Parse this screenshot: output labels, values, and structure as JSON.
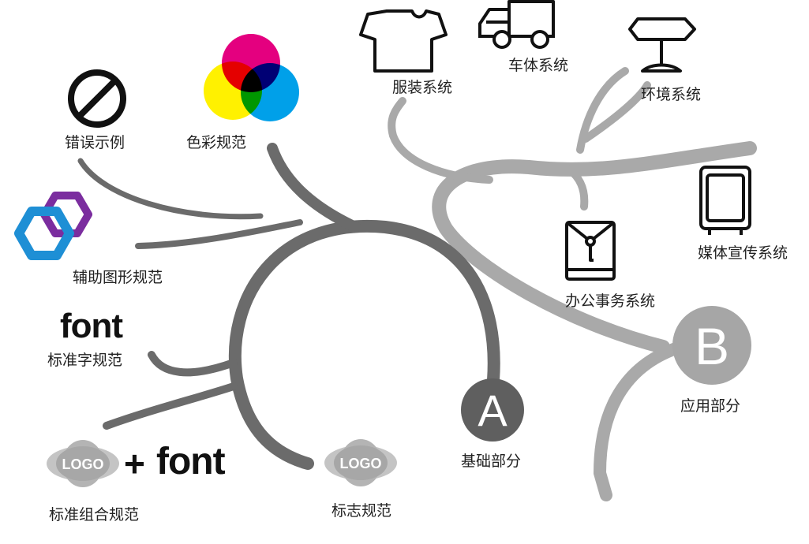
{
  "labels": {
    "wrong_examples": "错误示例",
    "color_spec": "色彩规范",
    "aux_graphics": "辅助图形规范",
    "std_font": "标准字规范",
    "std_combo": "标准组合规范",
    "logo_spec": "标志规范",
    "basic_part": "基础部分",
    "apparel": "服装系统",
    "vehicle": "车体系统",
    "environment": "环境系统",
    "media": "媒体宣传系统",
    "office": "办公事务系统",
    "application_part": "应用部分"
  },
  "font_word": "font",
  "combo": {
    "plus": "+",
    "font": "font"
  },
  "logo_text": "LOGO",
  "badges": {
    "a": "A",
    "b": "B"
  },
  "colors": {
    "branch_dark": "#6b6b6b",
    "branch_light": "#a9a9a9",
    "badge_a": "#5f5f5f",
    "badge_b": "#a6a6a6",
    "cmy_magenta": "#e4007f",
    "cmy_yellow": "#fff100",
    "cmy_cyan": "#00a0e9",
    "hex_purple": "#7b2d9f",
    "hex_blue": "#1e8fd5"
  },
  "icons": [
    "prohibited-icon",
    "cmy-color-circles-icon",
    "hexagon-graphics-icon",
    "logo-ellipse-icon",
    "t-shirt-icon",
    "truck-icon",
    "signpost-icon",
    "envelope-icon",
    "display-board-icon"
  ]
}
